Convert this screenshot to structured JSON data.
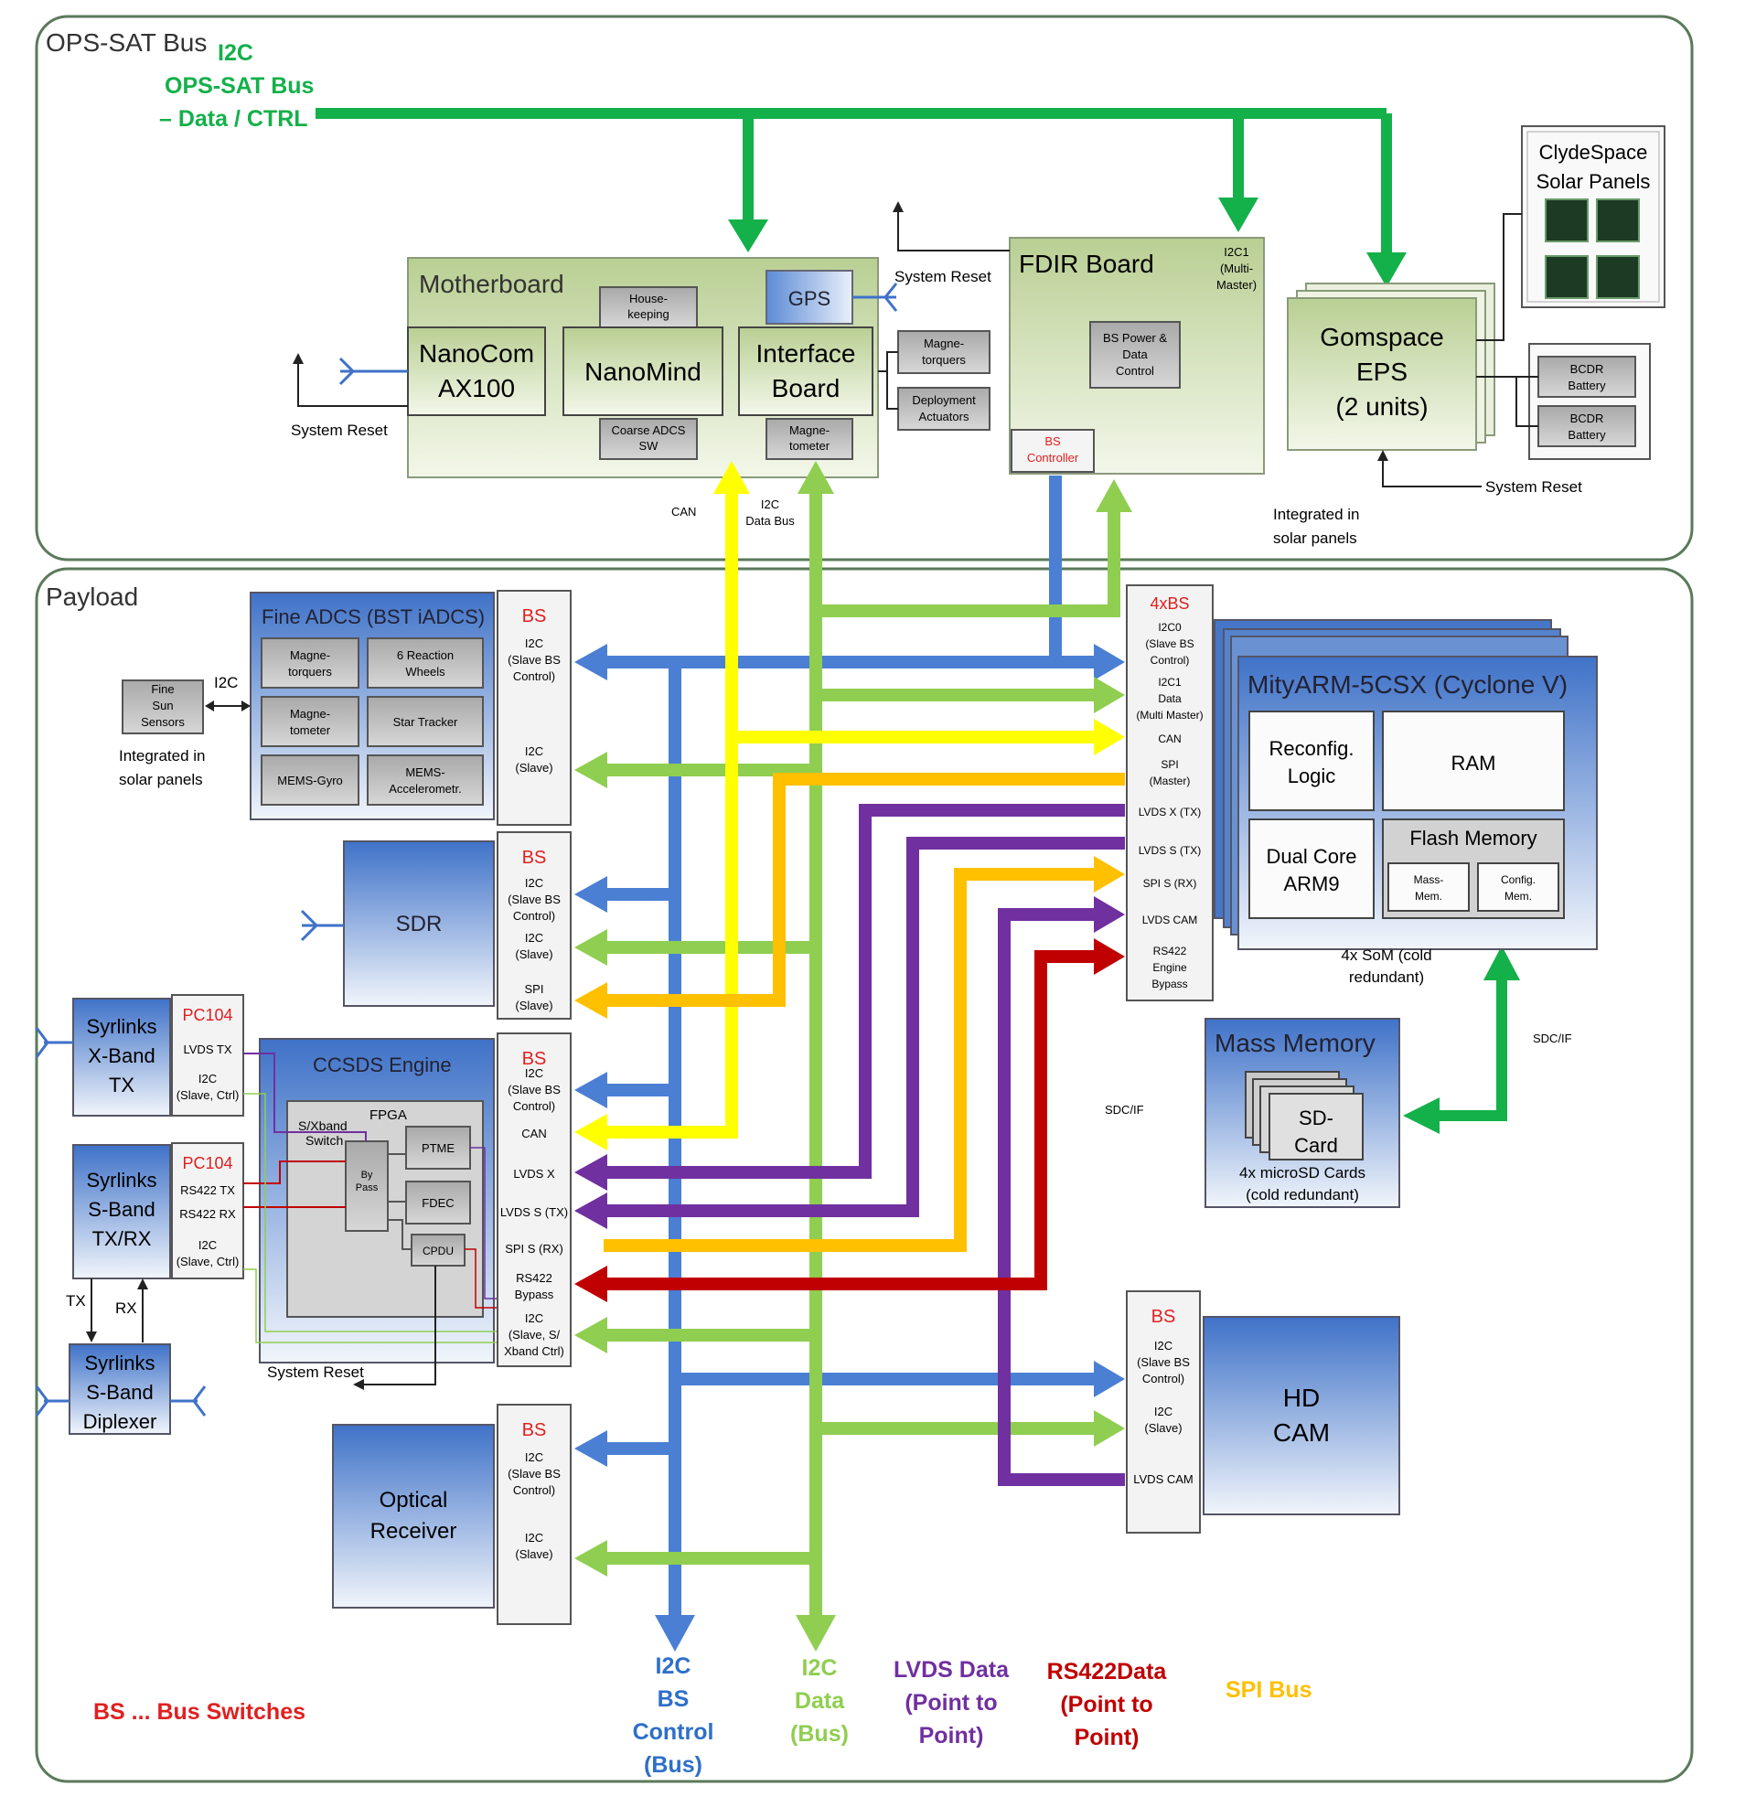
{
  "colors": {
    "i2c_control": "#4a7fd4",
    "i2c_data": "#8fce50",
    "lvds": "#7030a0",
    "rs422": "#c00000",
    "spi": "#ffc000",
    "can": "#ffff00",
    "obc_bus": "#14b04a",
    "bs_red": "#e02020"
  },
  "sections": {
    "ops_sat_bus": "OPS-SAT Bus",
    "payload": "Payload"
  },
  "ops_sat_bus_label": {
    "line1": "I2C",
    "line2": "OPS-SAT Bus",
    "line3": "– Data / CTRL"
  },
  "motherboard": {
    "title": "Motherboard",
    "gps": "GPS",
    "housekeeping": [
      "House-",
      "keeping"
    ],
    "nanocom": [
      "NanoCom",
      "AX100"
    ],
    "nanomind": "NanoMind",
    "interface_board": [
      "Interface",
      "Board"
    ],
    "coarse_adcs": [
      "Coarse ADCS",
      "SW"
    ],
    "magnetometer": [
      "Magne-",
      "tometer"
    ],
    "magnetorquers": [
      "Magne-",
      "torquers"
    ],
    "deployment": [
      "Deployment",
      "Actuators"
    ],
    "system_reset": "System Reset"
  },
  "fdir": {
    "title": "FDIR Board",
    "i2c1": [
      "I2C1",
      "(Multi-",
      "Master)"
    ],
    "bs_power": [
      "BS Power &",
      "Data",
      "Control"
    ],
    "bs_controller": [
      "BS",
      "Controller"
    ],
    "system_reset": "System Reset"
  },
  "eps": {
    "title": [
      "Gomspace",
      "EPS",
      "(2 units)"
    ],
    "solar_title": [
      "ClydeSpace",
      "Solar Panels"
    ],
    "battery": [
      "BCDR",
      "Battery"
    ],
    "system_reset": "System Reset",
    "integrated": [
      "Integrated in",
      "solar panels"
    ]
  },
  "bus_labels": {
    "can": "CAN",
    "i2c_data_bus": [
      "I2C",
      "Data Bus"
    ]
  },
  "fine_adcs": {
    "title": "Fine ADCS (BST iADCS)",
    "items": [
      [
        "Magne-",
        "torquers"
      ],
      [
        "6 Reaction",
        "Wheels"
      ],
      [
        "Magne-",
        "tometer"
      ],
      [
        "Star Tracker"
      ],
      [
        "MEMS-Gyro"
      ],
      [
        "MEMS-",
        "Accelerometr."
      ]
    ],
    "bs": "BS",
    "ports": [
      [
        "I2C",
        "(Slave BS",
        "Control)"
      ],
      [
        "I2C",
        "(Slave)"
      ]
    ],
    "sun_sensors": [
      "Fine",
      "Sun",
      "Sensors"
    ],
    "i2c": "I2C",
    "integrated": [
      "Integrated in",
      "solar panels"
    ]
  },
  "sdr": {
    "title": "SDR",
    "bs": "BS",
    "ports": [
      [
        "I2C",
        "(Slave BS",
        "Control)"
      ],
      [
        "I2C",
        "(Slave)"
      ],
      [
        "SPI",
        "(Slave)"
      ]
    ]
  },
  "xband": {
    "title": [
      "Syrlinks",
      "X-Band",
      "TX"
    ],
    "pc104": "PC104",
    "ports": [
      [
        "LVDS TX"
      ],
      [
        "I2C",
        "(Slave, Ctrl)"
      ]
    ]
  },
  "sband": {
    "title": [
      "Syrlinks",
      "S-Band",
      "TX/RX"
    ],
    "pc104": "PC104",
    "ports": [
      [
        "RS422 TX"
      ],
      [
        "RS422 RX"
      ],
      [
        "I2C",
        "(Slave, Ctrl)"
      ]
    ],
    "tx": "TX",
    "rx": "RX"
  },
  "diplexer": {
    "title": [
      "Syrlinks",
      "S-Band",
      "Diplexer"
    ]
  },
  "ccsds": {
    "title": "CCSDS Engine",
    "fpga": "FPGA",
    "switch": [
      "S/Xband",
      "Switch"
    ],
    "bypass": [
      "By",
      "Pass"
    ],
    "ptme": "PTME",
    "fdec": "FDEC",
    "cpdu": "CPDU",
    "bs": "BS",
    "ports": [
      [
        "I2C",
        "(Slave BS",
        "Control)"
      ],
      [
        "CAN"
      ],
      [
        "LVDS X"
      ],
      [
        "LVDS S (TX)"
      ],
      [
        "SPI S (RX)"
      ],
      [
        "RS422",
        "Bypass"
      ],
      [
        "I2C",
        "(Slave, S/",
        "Xband Ctrl)"
      ]
    ],
    "system_reset": "System Reset"
  },
  "optical": {
    "title": [
      "Optical",
      "Receiver"
    ],
    "bs": "BS",
    "ports": [
      [
        "I2C",
        "(Slave BS",
        "Control)"
      ],
      [
        "I2C",
        "(Slave)"
      ]
    ]
  },
  "sepp": {
    "bs": "4xBS",
    "ports": [
      [
        "I2C0",
        "(Slave BS",
        "Control)"
      ],
      [
        "I2C1",
        "Data",
        "(Multi Master)"
      ],
      [
        "CAN"
      ],
      [
        "SPI",
        "(Master)"
      ],
      [
        "LVDS X (TX)"
      ],
      [
        "LVDS S (TX)"
      ],
      [
        "SPI S (RX)"
      ],
      [
        "LVDS CAM"
      ],
      [
        "RS422",
        "Engine",
        "Bypass"
      ]
    ],
    "title": "MityARM-5CSX (Cyclone V)",
    "reconfig": [
      "Reconfig.",
      "Logic"
    ],
    "ram": "RAM",
    "dual_core": [
      "Dual Core",
      "ARM9"
    ],
    "flash": "Flash Memory",
    "mass_mem": [
      "Mass-",
      "Mem."
    ],
    "config_mem": [
      "Config.",
      "Mem."
    ],
    "som_note": [
      "4x SoM (cold",
      "redundant)"
    ],
    "sdc_if": "SDC/IF"
  },
  "mass_memory": {
    "title": "Mass Memory",
    "card": [
      "SD-",
      "Card"
    ],
    "note": [
      "4x microSD Cards",
      "(cold redundant)"
    ],
    "sdc_if": "SDC/IF"
  },
  "hdcam": {
    "title": [
      "HD",
      "CAM"
    ],
    "bs": "BS",
    "ports": [
      [
        "I2C",
        "(Slave BS",
        "Control)"
      ],
      [
        "I2C",
        "(Slave)"
      ],
      [
        "LVDS CAM"
      ]
    ]
  },
  "legend": {
    "bs": "BS ... Bus Switches",
    "i2c_control": [
      "I2C",
      "BS",
      "Control",
      "(Bus)"
    ],
    "i2c_data": [
      "I2C",
      "Data",
      "(Bus)"
    ],
    "lvds": [
      "LVDS Data",
      "(Point to",
      "Point)"
    ],
    "rs422": [
      "RS422Data",
      "(Point to",
      "Point)"
    ],
    "spi": "SPI Bus"
  }
}
